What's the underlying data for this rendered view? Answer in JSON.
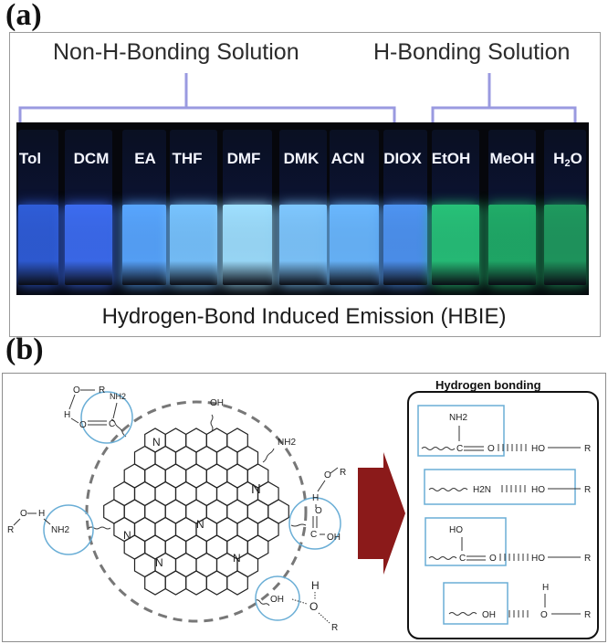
{
  "panel_a": {
    "label": "(a)",
    "non_h_bonding_title": "Non-H-Bonding Solution",
    "h_bonding_title": "H-Bonding Solution",
    "caption": "Hydrogen-Bond Induced Emission (HBIE)",
    "vials": [
      {
        "label": "Tol",
        "color": "#2f5dd8"
      },
      {
        "label": "DCM",
        "color": "#3c6cf0"
      },
      {
        "label": "EA",
        "color": "#58a6ff"
      },
      {
        "label": "THF",
        "color": "#78c4ff"
      },
      {
        "label": "DMF",
        "color": "#9fe0ff"
      },
      {
        "label": "DMK",
        "color": "#7fc8ff"
      },
      {
        "label": "ACN",
        "color": "#6ab8ff"
      },
      {
        "label": "DIOX",
        "color": "#4e94f2"
      },
      {
        "label": "EtOH",
        "color": "#27c278"
      },
      {
        "label": "MeOH",
        "color": "#20ad68"
      },
      {
        "label_main": "H",
        "label_sub": "2",
        "label_end": "O",
        "color": "#1f9a5e"
      }
    ]
  },
  "panel_b": {
    "label": "(b)",
    "bonding_box_title": "Hydrogen bonding",
    "arrow_color": "#8b1a1a",
    "circle_color": "#6aaed6",
    "atoms": {
      "N": "N",
      "NH2": "NH2",
      "OH": "OH",
      "O": "O",
      "H": "H",
      "R": "R",
      "HO": "HO"
    },
    "bond_rows": [
      {
        "top": "NH2",
        "left_atom": "C",
        "right_atom": "O",
        "hb_partner": "HO",
        "end": "R"
      },
      {
        "left": "H2N",
        "hb_partner": "HO",
        "end": "R"
      },
      {
        "top": "HO",
        "left_atom": "C",
        "right_atom": "O",
        "hb_partner": "HO",
        "end": "R"
      },
      {
        "left": "OH",
        "top": "H",
        "right_atom": "O",
        "end": "R"
      }
    ]
  }
}
